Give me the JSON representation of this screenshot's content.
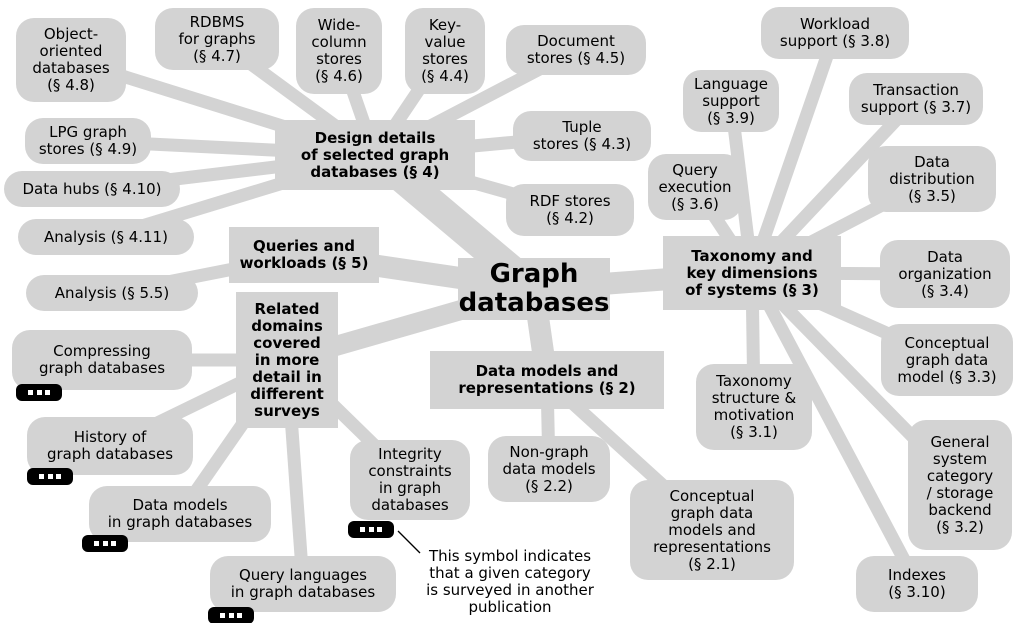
{
  "diagram": {
    "center": "Graph\ndatabases",
    "hubs": {
      "design": "Design details\nof selected graph\ndatabases (§ 4)",
      "queries": "Queries and\nworkloads (§ 5)",
      "related": "Related\ndomains\ncovered\nin more\ndetail in\ndifferent\nsurveys",
      "models": "Data models and\nrepresentations (§ 2)",
      "taxonomy": "Taxonomy and\nkey dimensions\nof systems (§ 3)"
    },
    "design_leaves": {
      "object_oriented": "Object-\noriented\ndatabases\n(§ 4.8)",
      "rdbms": "RDBMS\nfor graphs\n(§ 4.7)",
      "wide_column": "Wide-\ncolumn\nstores\n(§ 4.6)",
      "key_value": "Key-\nvalue\nstores\n(§ 4.4)",
      "document": "Document\nstores (§ 4.5)",
      "tuple": "Tuple\nstores (§ 4.3)",
      "rdf": "RDF stores\n(§ 4.2)",
      "lpg": "LPG graph\nstores (§ 4.9)",
      "data_hubs": "Data hubs (§ 4.10)",
      "analysis_411": "Analysis (§ 4.11)"
    },
    "queries_leaves": {
      "analysis_55": "Analysis (§ 5.5)"
    },
    "related_leaves": {
      "compressing": "Compressing\ngraph databases",
      "history": "History of\ngraph databases",
      "data_models": "Data models\nin graph databases",
      "query_languages": "Query languages\nin graph databases",
      "integrity": "Integrity\nconstraints\nin graph\ndatabases"
    },
    "models_leaves": {
      "non_graph": "Non-graph\ndata models\n(§ 2.2)",
      "conceptual_models": "Conceptual\ngraph data\nmodels and\nrepresentations\n(§ 2.1)"
    },
    "taxonomy_leaves": {
      "workload": "Workload\nsupport (§ 3.8)",
      "language": "Language\nsupport\n(§ 3.9)",
      "transaction": "Transaction\nsupport (§ 3.7)",
      "query_execution": "Query\nexecution\n(§ 3.6)",
      "distribution": "Data\ndistribution\n(§ 3.5)",
      "organization": "Data\norganization\n(§ 3.4)",
      "conceptual_model": "Conceptual\ngraph data\nmodel (§ 3.3)",
      "structure": "Taxonomy\nstructure &\nmotivation\n(§ 3.1)",
      "general": "General\nsystem\ncategory\n/ storage\nbackend\n(§ 3.2)",
      "indexes": "Indexes\n(§ 3.10)"
    },
    "legend_note": "This symbol indicates\nthat a given category\nis surveyed in another\npublication"
  },
  "colors": {
    "node_fill": "#d3d3d3",
    "edge": "#d3d3d3",
    "marker": "#000000",
    "text": "#000000"
  }
}
